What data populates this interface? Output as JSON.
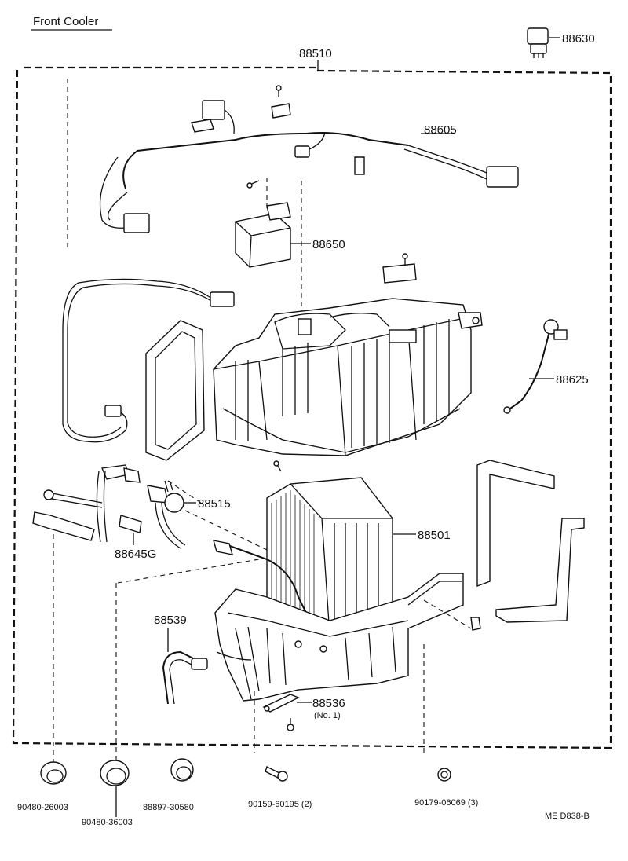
{
  "title": "Front Cooler",
  "doc_code": "ME  D838-B",
  "parts": {
    "p88630": "88630",
    "p88510": "88510",
    "p88605": "88605",
    "p88650": "88650",
    "p88625": "88625",
    "p88515": "88515",
    "p88501": "88501",
    "p88645G": "88645G",
    "p88539": "88539",
    "p88536": "88536",
    "p88536_note": "(No. 1)"
  },
  "fasteners": {
    "f1": "90480-26003",
    "f2": "90480-36003",
    "f3": "88897-30580",
    "f4": "90159-60195 (2)",
    "f5": "90179-06069 (3)"
  }
}
